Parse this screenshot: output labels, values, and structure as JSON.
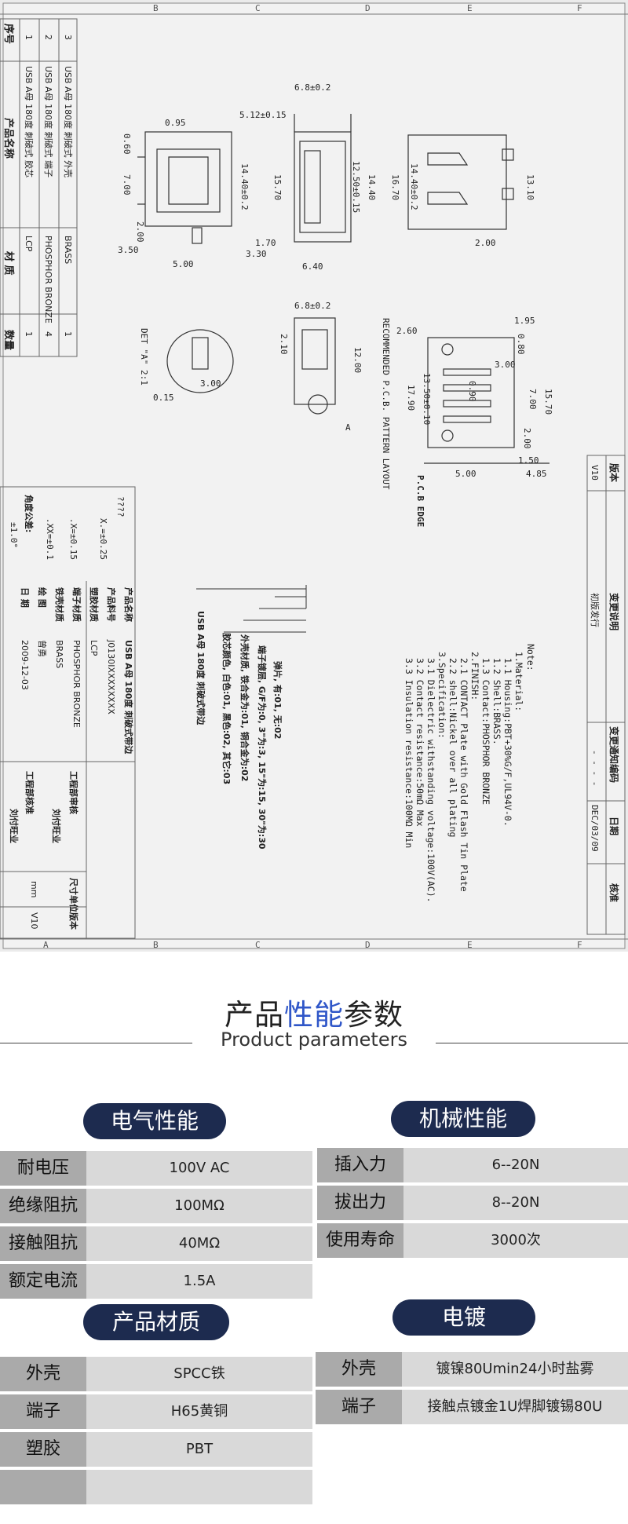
{
  "drawing": {
    "grid_top": [
      "B",
      "C",
      "D",
      "E",
      "F"
    ],
    "grid_bottom": [
      "A",
      "B",
      "C",
      "D",
      "E",
      "F"
    ],
    "left_table": {
      "headers": [
        "序号",
        "产品名称",
        "材 质",
        "数量"
      ],
      "rows": [
        [
          "1",
          "USB A母 180度 刺破式 胶芯",
          "LCP",
          "1"
        ],
        [
          "2",
          "USB A母 180度 刺破式 端子",
          "PHOSPHOR BRONZE",
          "4"
        ],
        [
          "3",
          "USB A母 180度 刺破式 外壳",
          "BRASS",
          "1"
        ]
      ]
    },
    "dims_top": [
      "0.95",
      "0.60",
      "7.00",
      "2.00",
      "3.50",
      "5.00",
      "5.12±0.15",
      "14.40±0.2",
      "6.8±0.2",
      "15.70",
      "12.50±0.15",
      "14.40",
      "1.70",
      "3.30",
      "6.40",
      "16.70",
      "14.40±0.2",
      "13.10",
      "2.00"
    ],
    "dims_mid": [
      "6.8±0.2",
      "2.10",
      "12.00",
      "DET \"A\" 2:1",
      "3.00",
      "0.15",
      "A",
      "RECOMMENDED P.C.B. PATTERN LAYOUT",
      "2.60",
      "1.95",
      "0.80",
      "3.00",
      "7.00",
      "15.70",
      "13.50±0.10",
      "17.90",
      "0.90",
      "2.00",
      "1.50",
      "5.00",
      "4.85",
      "P.C.B EDGE"
    ],
    "revision": {
      "headers": [
        "版本",
        "变更说明",
        "变更通知编码",
        "日期",
        "核准"
      ],
      "values": [
        "V10",
        "初版发行",
        "- - - -",
        "DEC/03/09",
        ""
      ]
    },
    "notes": [
      "Note:",
      "1.Material:",
      "1.1 Housing:PBT+30%G/F,UL94V-0.",
      "1.2 Shell:BRASS.",
      "1.3 Contact:PHOSPHOR BRONZE",
      "2.FINISH:",
      "2.1 CONTACT Plate with Gold Flash Tin Plate",
      "2.2 shell:Nickel over all plating",
      "3.Specification:",
      "3.1 Dielectric withstanding voltage:100V(AC).",
      "3.2 Contact resistance:50mΩ Max",
      "3.3 Insulation resistance:100MΩ Min"
    ],
    "code_legend": [
      "弹片, 有:01, 无:02",
      "端子镀层, G/F为:0, 3\"为:3, 15\"为:15, 30\"为:30",
      "外壳材质, 铁合金为:01, 铜合金为:02",
      "胶芯颜色, 白色:01, 黑色:02, 其它:03",
      "USB A母 180度 刺破式带边"
    ],
    "tolerances": [
      "????",
      "X.=±0.25",
      ".X=±0.15",
      ".XX=±0.1",
      "角度公差:",
      "±1.0°"
    ],
    "title_block": [
      [
        "产品名称",
        "USB A母 180度 刺破式带边"
      ],
      [
        "产品料号",
        "J0130IXXXXXXXX"
      ],
      [
        "塑胶材质",
        "LCP"
      ],
      [
        "端子材质",
        "PHOSPHOR BRONZE"
      ],
      [
        "铁壳材质",
        "BRASS"
      ],
      [
        "绘 图",
        "曾勇"
      ],
      [
        "日 期",
        "2009-12-03"
      ]
    ],
    "approval": [
      "工程部审核",
      "刘付旺业",
      "工程部核准",
      "刘付旺业"
    ],
    "unit_block": [
      [
        "尺寸单位",
        "mm"
      ],
      [
        "版本",
        "V10"
      ]
    ]
  },
  "section": {
    "title_a": "产品",
    "title_b": "性能",
    "title_c": "参数",
    "subtitle": "Product parameters"
  },
  "electrical": {
    "heading": "电气性能",
    "rows": [
      {
        "label": "耐电压",
        "value": "100V  AC"
      },
      {
        "label": "绝缘阻抗",
        "value": "100MΩ"
      },
      {
        "label": "接触阻抗",
        "value": "40MΩ"
      },
      {
        "label": "额定电流",
        "value": "1.5A"
      }
    ]
  },
  "mechanical": {
    "heading": "机械性能",
    "rows": [
      {
        "label": "插入力",
        "value": "6--20N"
      },
      {
        "label": "拔出力",
        "value": "8--20N"
      },
      {
        "label": "使用寿命",
        "value": "3000次"
      }
    ]
  },
  "material": {
    "heading": "产品材质",
    "rows": [
      {
        "label": "外壳",
        "value": "SPCC铁"
      },
      {
        "label": "端子",
        "value": "H65黄铜"
      },
      {
        "label": "塑胶",
        "value": "PBT"
      },
      {
        "label": "",
        "value": ""
      }
    ]
  },
  "plating": {
    "heading": "电镀",
    "rows": [
      {
        "label": "外壳",
        "value": "镀镍80Umin24小时盐雾"
      },
      {
        "label": "端子",
        "value": "接触点镀金1U焊脚镀锡80U"
      }
    ]
  },
  "colors": {
    "pill": "#1d2b4f",
    "accent": "#2f56c8",
    "label_bg": "#aaaaaa",
    "value_bg": "#d9d9d9",
    "drawing_bg": "#e9e9e9"
  }
}
